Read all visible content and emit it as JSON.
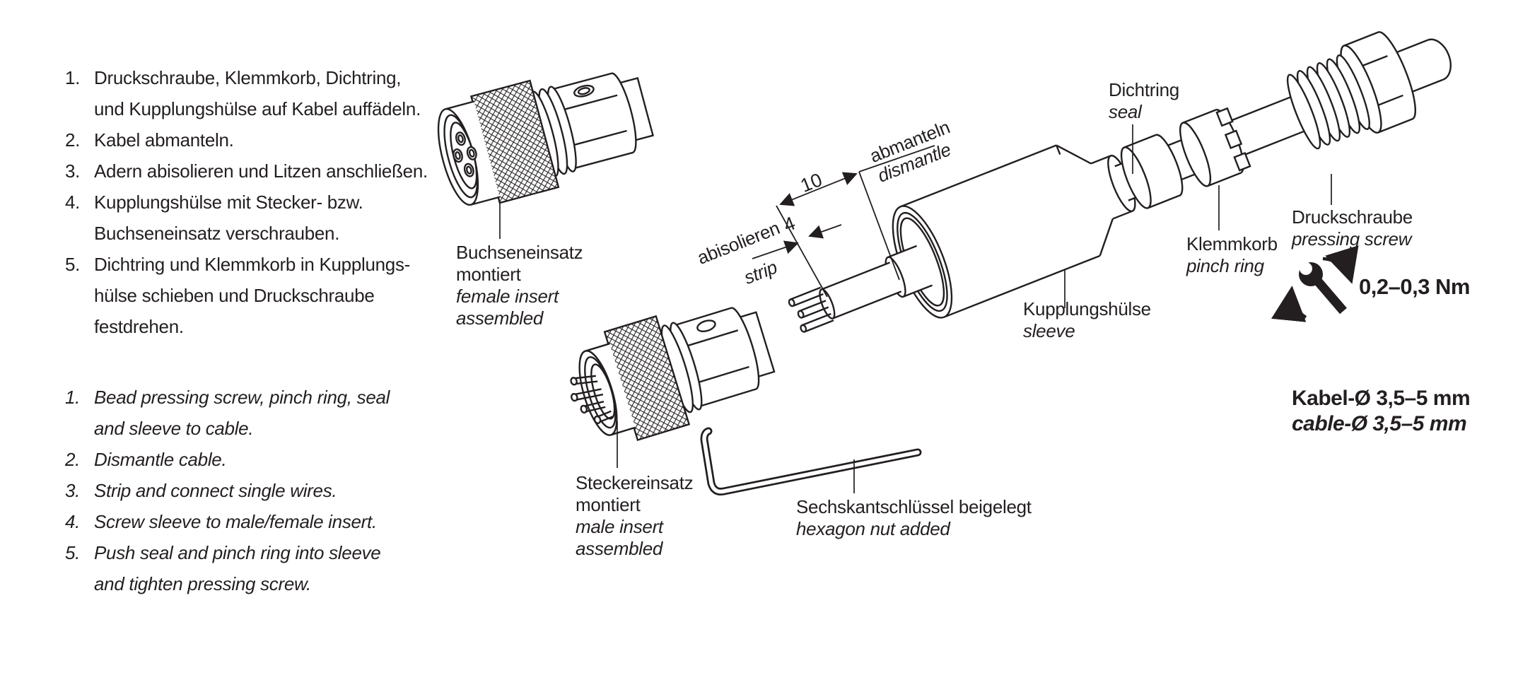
{
  "colors": {
    "ink": "#231f20",
    "paper": "#ffffff"
  },
  "de": {
    "items": [
      {
        "num": "1.",
        "lines": [
          "Druckschraube, Klemmkorb, Dichtring,",
          "und Kupplungshülse auf Kabel auffädeln."
        ]
      },
      {
        "num": "2.",
        "lines": [
          "Kabel abmanteln."
        ]
      },
      {
        "num": "3.",
        "lines": [
          "Adern abisolieren und Litzen anschließen."
        ]
      },
      {
        "num": "4.",
        "lines": [
          "Kupplungshülse mit Stecker- bzw.",
          "Buchseneinsatz verschrauben."
        ]
      },
      {
        "num": "5.",
        "lines": [
          "Dichtring und Klemmkorb in Kupplungs-",
          "hülse schieben und Druckschraube",
          "festdrehen."
        ]
      }
    ]
  },
  "en": {
    "items": [
      {
        "num": "1.",
        "lines": [
          "Bead pressing screw, pinch ring, seal",
          "and sleeve to cable."
        ]
      },
      {
        "num": "2.",
        "lines": [
          "Dismantle cable."
        ]
      },
      {
        "num": "3.",
        "lines": [
          "Strip and connect single wires."
        ]
      },
      {
        "num": "4.",
        "lines": [
          "Screw sleeve to male/female insert."
        ]
      },
      {
        "num": "5.",
        "lines": [
          "Push seal and pinch ring into sleeve",
          "and tighten pressing screw."
        ]
      }
    ]
  },
  "parts": {
    "female_insert": {
      "lines": [
        "Buchseneinsatz",
        "montiert",
        "female insert",
        "assembled"
      ]
    },
    "male_insert": {
      "lines": [
        "Steckereinsatz",
        "montiert",
        "male insert",
        "assembled"
      ]
    },
    "hex_key": {
      "de": "Sechskantschlüssel beigelegt",
      "en": "hexagon nut added"
    },
    "seal": {
      "de": "Dichtring",
      "en": "seal"
    },
    "pinch_ring": {
      "de": "Klemmkorb",
      "en": "pinch ring"
    },
    "pressing_screw": {
      "de": "Druckschraube",
      "en": "pressing screw"
    },
    "sleeve": {
      "de": "Kupplungshülse",
      "en": "sleeve"
    }
  },
  "dimensions": {
    "dismantle": {
      "value": "10",
      "de": "abmanteln",
      "en": "dismantle"
    },
    "strip": {
      "value": "4",
      "de": "abisolieren",
      "en": "strip"
    }
  },
  "torque": "0,2–0,3 Nm",
  "cable_diameter": {
    "de": "Kabel-Ø 3,5–5 mm",
    "en": "cable-Ø 3,5–5 mm"
  }
}
